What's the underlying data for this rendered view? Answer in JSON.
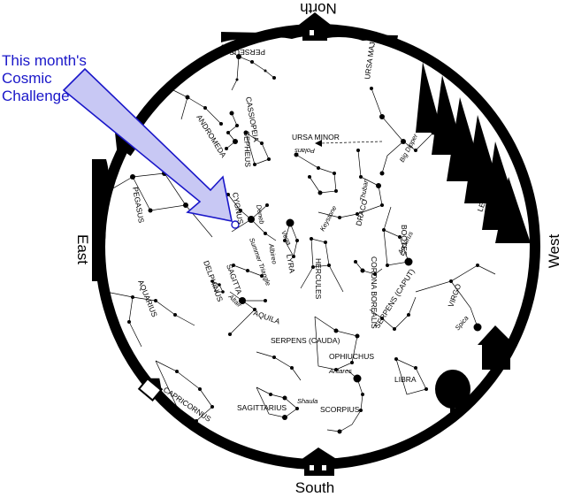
{
  "directions": {
    "north": "North",
    "south": "South",
    "east": "East",
    "west": "West"
  },
  "callout": {
    "lines": [
      "This month's",
      "Cosmic",
      "Challenge"
    ]
  },
  "constellations": [
    {
      "id": "perseus",
      "label": "PERSEUS"
    },
    {
      "id": "cassiopeia",
      "label": "CASSIOPEIA"
    },
    {
      "id": "andromeda",
      "label": "ANDROMEDA"
    },
    {
      "id": "cepheus",
      "label": "CEPHEUS"
    },
    {
      "id": "ursa-major",
      "label": "URSA MAJOR"
    },
    {
      "id": "ursa-minor",
      "label": "URSA MINOR"
    },
    {
      "id": "pegasus",
      "label": "PEGASUS"
    },
    {
      "id": "cygnus",
      "label": "CYGNUS"
    },
    {
      "id": "draco",
      "label": "DRACO"
    },
    {
      "id": "leo",
      "label": "LEO"
    },
    {
      "id": "lyra",
      "label": "LYRA"
    },
    {
      "id": "hercules",
      "label": "HERCULES"
    },
    {
      "id": "bootes",
      "label": "BOOTES"
    },
    {
      "id": "sagitta",
      "label": "SAGITTA"
    },
    {
      "id": "delphinus",
      "label": "DELPHINUS"
    },
    {
      "id": "aquila",
      "label": "AQUILA"
    },
    {
      "id": "corona-borealis",
      "label": "CORONA BOREALIS"
    },
    {
      "id": "aquarius",
      "label": "AQUARIUS"
    },
    {
      "id": "virgo",
      "label": "VIRGO"
    },
    {
      "id": "serpens-caput",
      "label": "SERPENS (CAPUT)"
    },
    {
      "id": "serpens-cauda",
      "label": "SERPENS (CAUDA)"
    },
    {
      "id": "ophiuchus",
      "label": "OPHIUCHUS"
    },
    {
      "id": "libra",
      "label": "LIBRA"
    },
    {
      "id": "capricornus",
      "label": "CAPRICORNUS"
    },
    {
      "id": "sagittarius",
      "label": "SAGITTARIUS"
    },
    {
      "id": "scorpius",
      "label": "SCORPIUS"
    }
  ],
  "stars": [
    {
      "id": "polaris",
      "label": "Polaris"
    },
    {
      "id": "big-dipper",
      "label": "Big Dipper"
    },
    {
      "id": "thuban",
      "label": "Thuban"
    },
    {
      "id": "deneb",
      "label": "Deneb"
    },
    {
      "id": "vega",
      "label": "Vega"
    },
    {
      "id": "albireo",
      "label": "Albireo"
    },
    {
      "id": "summer-triangle",
      "label": "Summer Triangle"
    },
    {
      "id": "keystone",
      "label": "Keystone"
    },
    {
      "id": "arcturus",
      "label": "Arcturus"
    },
    {
      "id": "altair",
      "label": "Altair"
    },
    {
      "id": "spica",
      "label": "Spica"
    },
    {
      "id": "antares",
      "label": "Antares"
    },
    {
      "id": "shaula",
      "label": "Shaula"
    }
  ],
  "colors": {
    "sky": "#ffffff",
    "horizon": "#000000",
    "arrow_fill": "#c8c8f4",
    "arrow_stroke": "#1a17c9",
    "callout_text": "#1a17c9"
  }
}
